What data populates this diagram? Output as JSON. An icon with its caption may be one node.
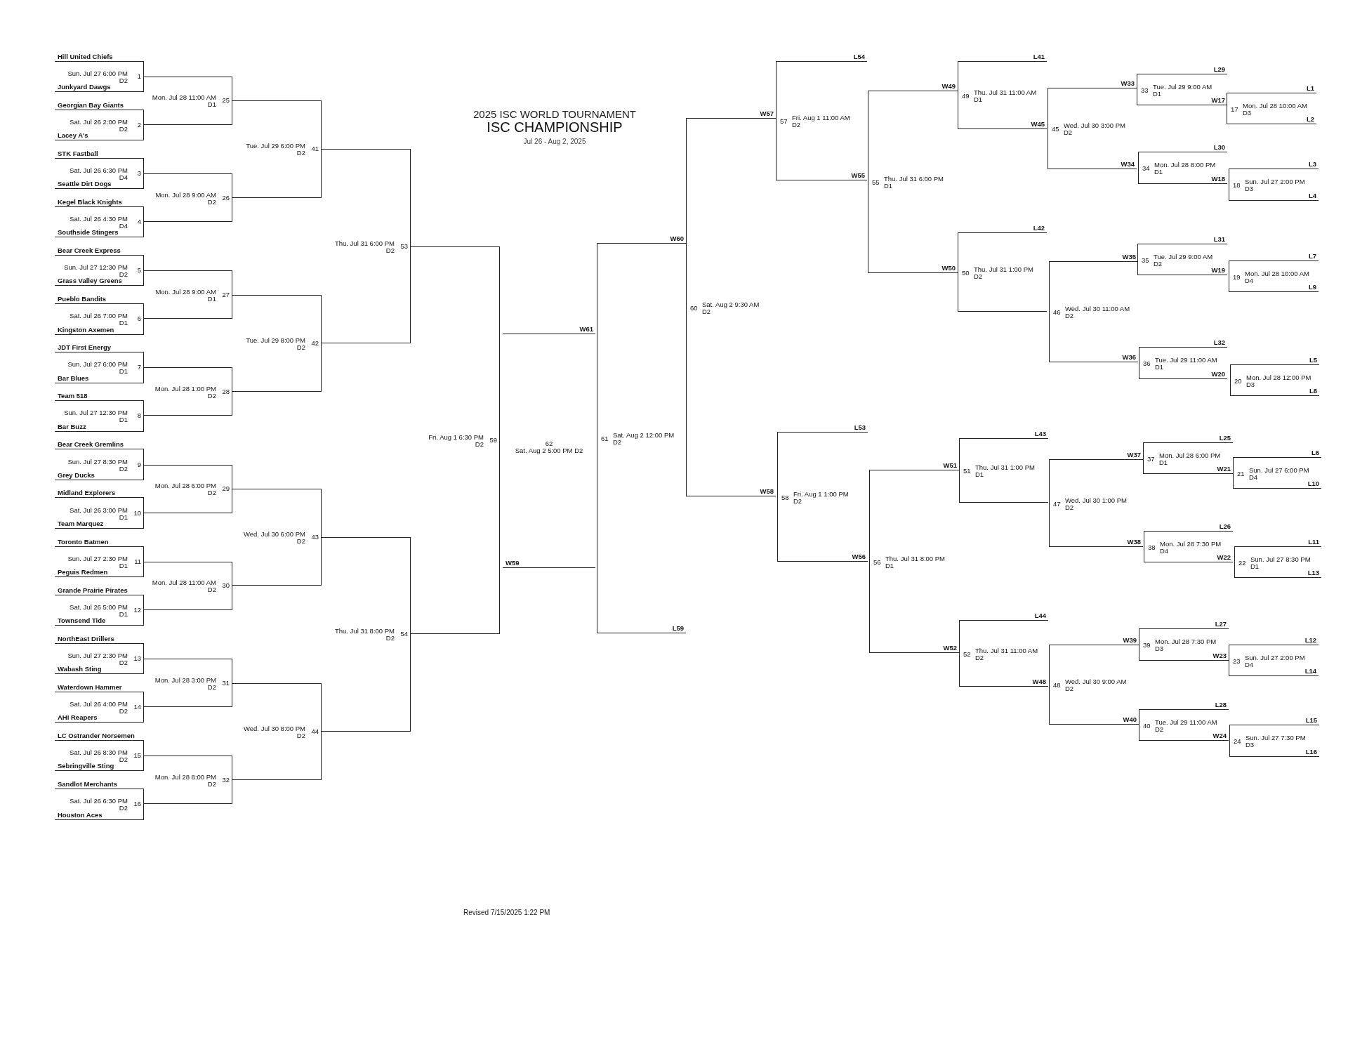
{
  "diagram": {
    "title": "ISC CHAMPIONSHIP",
    "caption": "Revised 7/15/2025 1:22 PM",
    "labels": [
      "2025 ISC WORLD TOURNAMENT",
      "Jul 26 - Aug 2, 2025"
    ],
    "nodes": [
      {
        "text": [
          "Hill United Chiefs",
          "Sun. Jul 27 6:00 PM",
          "D2",
          "1",
          "Junkyard Dawgs"
        ]
      },
      {
        "text": [
          "Georgian Bay Giants",
          "Sat. Jul 26 2:00 PM",
          "D2",
          "2",
          "Lacey A's"
        ]
      },
      {
        "text": [
          "STK Fastball",
          "Sat. Jul 26 6:30 PM",
          "D4",
          "3",
          "Seattle Dirt Dogs"
        ]
      },
      {
        "text": [
          "Kegel Black Knights",
          "Sat. Jul 26 4:30 PM",
          "D4",
          "4",
          "Southside Stingers"
        ]
      },
      {
        "text": [
          "Bear Creek Express",
          "Sun. Jul 27 12:30 PM",
          "D2",
          "5",
          "Grass Valley Greens"
        ]
      },
      {
        "text": [
          "Pueblo Bandits",
          "Sat. Jul 26 7:00 PM",
          "D1",
          "6",
          "Kingston Axemen"
        ]
      },
      {
        "text": [
          "JDT First Energy",
          "Sun. Jul 27 6:00 PM",
          "D1",
          "7",
          "Bar Blues"
        ]
      },
      {
        "text": [
          "Team 518",
          "Sun. Jul 27 12:30 PM",
          "D1",
          "8",
          "Bar Buzz"
        ]
      },
      {
        "text": [
          "Bear Creek Gremlins",
          "Sun. Jul 27 8:30 PM",
          "D2",
          "9",
          "Grey Ducks"
        ]
      },
      {
        "text": [
          "Midland Explorers",
          "Sat. Jul 26 3:00 PM",
          "D1",
          "10",
          "Team Marquez"
        ]
      },
      {
        "text": [
          "Toronto Batmen",
          "Sun. Jul 27 2:30 PM",
          "D1",
          "11",
          "Peguis Redmen"
        ]
      },
      {
        "text": [
          "Grande Prairie Pirates",
          "Sat. Jul 26 5:00 PM",
          "D1",
          "12",
          "Townsend Tide"
        ]
      },
      {
        "text": [
          "NorthEast Drillers",
          "Sun. Jul 27 2:30 PM",
          "D2",
          "13",
          "Wabash Sting"
        ]
      },
      {
        "text": [
          "Waterdown Hammer",
          "Sat. Jul 26 4:00 PM",
          "D2",
          "14",
          "AHI Reapers"
        ]
      },
      {
        "text": [
          "LC Ostrander Norsemen",
          "Sat. Jul 26 8:30 PM",
          "D2",
          "15",
          "Sebringville Sting"
        ]
      },
      {
        "text": [
          "Sandlot Merchants",
          "Sat. Jul 26 6:30 PM",
          "D2",
          "16",
          "Houston Aces"
        ]
      },
      {
        "text": [
          "L1",
          "17",
          "Mon. Jul 28 10:00 AM",
          "D3",
          "L2"
        ]
      },
      {
        "text": [
          "L3",
          "18",
          "Sun. Jul 27 2:00 PM",
          "D3",
          "L4"
        ]
      },
      {
        "text": [
          "L7",
          "19",
          "Mon. Jul 28 10:00 AM",
          "D4",
          "L9"
        ]
      },
      {
        "text": [
          "L5",
          "20",
          "Mon. Jul 28 12:00 PM",
          "D3",
          "L8"
        ]
      },
      {
        "text": [
          "L6",
          "21",
          "Sun. Jul 27 6:00 PM",
          "D4",
          "L10"
        ]
      },
      {
        "text": [
          "L11",
          "22",
          "Sun. Jul 27 8:30 PM",
          "D1",
          "L13"
        ]
      },
      {
        "text": [
          "L12",
          "23",
          "Sun. Jul 27 2:00 PM",
          "D4",
          "L14"
        ]
      },
      {
        "text": [
          "L15",
          "24",
          "Sun. Jul 27 7:30 PM",
          "D3",
          "L16"
        ]
      },
      {
        "text": [
          "Mon. Jul 28 11:00 AM",
          "D1",
          "25"
        ]
      },
      {
        "text": [
          "Mon. Jul 28 9:00 AM",
          "D2",
          "26"
        ]
      },
      {
        "text": [
          "Mon. Jul 28 9:00 AM",
          "D1",
          "27"
        ]
      },
      {
        "text": [
          "Mon. Jul 28 1:00 PM",
          "D2",
          "28"
        ]
      },
      {
        "text": [
          "Mon. Jul 28 6:00 PM",
          "D2",
          "29"
        ]
      },
      {
        "text": [
          "Mon. Jul 28 11:00 AM",
          "D2",
          "30"
        ]
      },
      {
        "text": [
          "Mon. Jul 28 3:00 PM",
          "D2",
          "31"
        ]
      },
      {
        "text": [
          "Mon. Jul 28 8:00 PM",
          "D2",
          "32"
        ]
      },
      {
        "text": [
          "L29",
          "33",
          "Tue. Jul 29 9:00 AM",
          "D1",
          "W17"
        ]
      },
      {
        "text": [
          "L30",
          "34",
          "Mon. Jul 28 8:00 PM",
          "D1",
          "W18"
        ]
      },
      {
        "text": [
          "L31",
          "35",
          "Tue. Jul 29 9:00 AM",
          "D2",
          "W19"
        ]
      },
      {
        "text": [
          "L32",
          "36",
          "Tue. Jul 29 11:00 AM",
          "D1",
          "W20"
        ]
      },
      {
        "text": [
          "L25",
          "37",
          "Mon. Jul 28 6:00 PM",
          "D1",
          "W21"
        ]
      },
      {
        "text": [
          "L26",
          "38",
          "Mon. Jul 28 7:30 PM",
          "D4",
          "W22"
        ]
      },
      {
        "text": [
          "L27",
          "39",
          "Mon. Jul 28 7:30 PM",
          "D3",
          "W23"
        ]
      },
      {
        "text": [
          "L28",
          "40",
          "Tue. Jul 29 11:00 AM",
          "D2",
          "W24"
        ]
      },
      {
        "text": [
          "Tue. Jul 29 6:00 PM",
          "D2",
          "41"
        ]
      },
      {
        "text": [
          "Tue. Jul 29 8:00 PM",
          "D2",
          "42"
        ]
      },
      {
        "text": [
          "Wed. Jul 30 6:00 PM",
          "D2",
          "43"
        ]
      },
      {
        "text": [
          "Wed. Jul 30 8:00 PM",
          "D2",
          "44"
        ]
      },
      {
        "text": [
          "W33",
          "45",
          "Wed. Jul 30 3:00 PM",
          "D2",
          "W34"
        ]
      },
      {
        "text": [
          "W35",
          "46",
          "Wed. Jul 30 11:00 AM",
          "D2",
          "W36"
        ]
      },
      {
        "text": [
          "W37",
          "47",
          "Wed. Jul 30 1:00 PM",
          "D2",
          "W38"
        ]
      },
      {
        "text": [
          "W39",
          "48",
          "Wed. Jul 30 9:00 AM",
          "D2",
          "W40"
        ]
      },
      {
        "text": [
          "L41",
          "49",
          "Thu. Jul 31 11:00 AM",
          "D1",
          "W45"
        ]
      },
      {
        "text": [
          "L42",
          "50",
          "Thu. Jul 31 1:00 PM",
          "D2"
        ]
      },
      {
        "text": [
          "L43",
          "51",
          "Thu. Jul 31 1:00 PM",
          "D1"
        ]
      },
      {
        "text": [
          "L44",
          "52",
          "Thu. Jul 31 11:00 AM",
          "D2",
          "W48"
        ]
      },
      {
        "text": [
          "Thu. Jul 31 6:00 PM",
          "D2",
          "53"
        ]
      },
      {
        "text": [
          "Thu. Jul 31 8:00 PM",
          "D2",
          "54"
        ]
      },
      {
        "text": [
          "W49",
          "55",
          "Thu. Jul 31 6:00 PM",
          "D1",
          "W50"
        ]
      },
      {
        "text": [
          "W51",
          "56",
          "Thu. Jul 31 8:00 PM",
          "D1",
          "W52"
        ]
      },
      {
        "text": [
          "L54",
          "57",
          "Fri. Aug 1 11:00 AM",
          "D2",
          "W55"
        ]
      },
      {
        "text": [
          "L53",
          "58",
          "Fri. Aug 1 1:00 PM",
          "D2",
          "W56"
        ]
      },
      {
        "text": [
          "Fri. Aug 1 6:30 PM",
          "D2",
          "59"
        ]
      },
      {
        "text": [
          "W57",
          "60",
          "Sat. Aug 2 9:30 AM",
          "D2",
          "W58"
        ]
      },
      {
        "text": [
          "W60",
          "61",
          "Sat. Aug 2 12:00 PM",
          "D2",
          "L59"
        ]
      },
      {
        "text": [
          "W61",
          "62",
          "Sat. Aug 2 5:00 PM D2",
          "W59"
        ]
      }
    ]
  }
}
